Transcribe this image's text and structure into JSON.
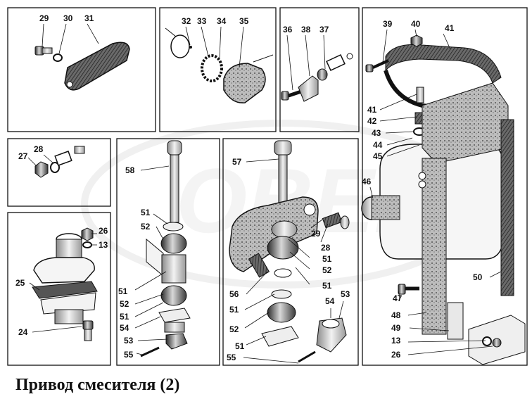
{
  "title": "Привод смесителя (2)",
  "colors": {
    "ink": "#111111",
    "paper": "#ffffff",
    "metal_dark": "#1e1e1e",
    "metal_mid": "#6f6f6f",
    "metal_light": "#cfcfcf",
    "watermark": "#ededed"
  },
  "panels": [
    {
      "name": "panel-hose-clamp-cover",
      "labels": [
        "29",
        "30",
        "31"
      ]
    },
    {
      "name": "panel-hose-connection",
      "labels": [
        "32",
        "33",
        "34",
        "35"
      ]
    },
    {
      "name": "panel-bolt-bracket",
      "labels": [
        "36",
        "38",
        "37"
      ]
    },
    {
      "name": "panel-tank-mount",
      "labels": [
        "39",
        "40",
        "41",
        "41",
        "42",
        "43",
        "44",
        "45",
        "46",
        "50",
        "47",
        "48",
        "49",
        "13",
        "26"
      ]
    },
    {
      "name": "panel-nut-washer",
      "labels": [
        "27",
        "28"
      ]
    },
    {
      "name": "panel-lever-rod",
      "labels": [
        "58",
        "51",
        "52",
        "51",
        "52",
        "51",
        "54",
        "53",
        "55"
      ]
    },
    {
      "name": "panel-drive-lever",
      "labels": [
        "57",
        "29",
        "28",
        "51",
        "52",
        "51",
        "56",
        "51",
        "52",
        "51",
        "55",
        "54",
        "53"
      ]
    },
    {
      "name": "panel-flange-pipe",
      "labels": [
        "26",
        "13",
        "25",
        "24"
      ]
    }
  ]
}
